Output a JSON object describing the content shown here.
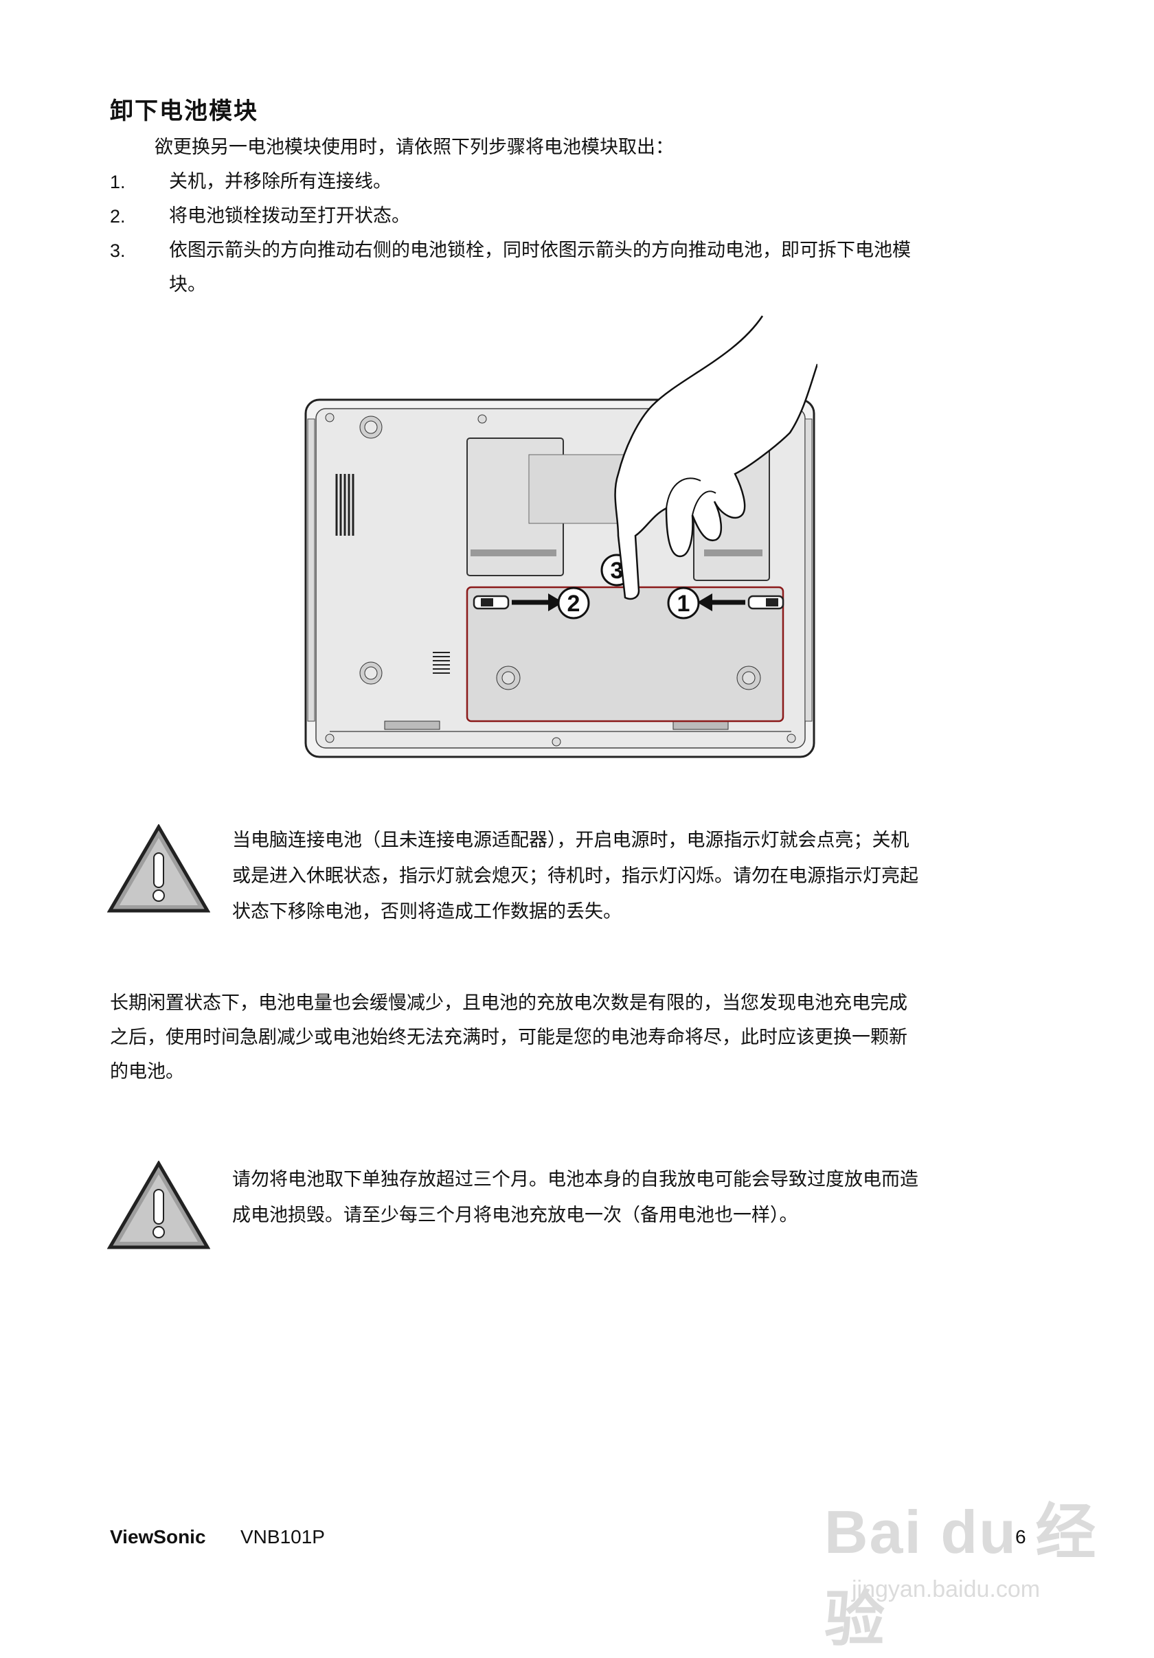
{
  "section": {
    "heading": "卸下电池模块",
    "intro": "欲更换另一电池模块使用时，请依照下列步骤将电池模块取出：",
    "steps": [
      {
        "num": "1.",
        "text": "关机，并移除所有连接线。"
      },
      {
        "num": "2.",
        "text": "将电池锁栓拨动至打开状态。"
      },
      {
        "num": "3.",
        "text_line1": "依图示箭头的方向推动右侧的电池锁栓，同时依图示箭头的方向推动电池，即可拆下电池模",
        "text_line2": "块。"
      }
    ]
  },
  "figure": {
    "callouts": [
      "1",
      "2",
      "3"
    ]
  },
  "warning1": {
    "icon": "warning-triangle-icon",
    "lines": [
      "当电脑连接电池（且未连接电源适配器），开启电源时，电源指示灯就会点亮；关机",
      "或是进入休眠状态，指示灯就会熄灭；待机时，指示灯闪烁。请勿在电源指示灯亮起",
      "状态下移除电池，否则将造成工作数据的丢失。"
    ]
  },
  "paragraph": {
    "lines": [
      "长期闲置状态下，电池电量也会缓慢减少，且电池的充放电次数是有限的，当您发现电池充电完成",
      "之后，使用时间急剧减少或电池始终无法充满时，可能是您的电池寿命将尽，此时应该更换一颗新",
      "的电池。"
    ]
  },
  "warning2": {
    "icon": "warning-triangle-icon",
    "lines": [
      "请勿将电池取下单独存放超过三个月。电池本身的自我放电可能会导致过度放电而造",
      "成电池损毁。请至少每三个月将电池充放电一次（备用电池也一样）。"
    ]
  },
  "footer": {
    "brand": "ViewSonic",
    "model": "VNB101P",
    "page": "6"
  },
  "watermark": {
    "main": "Bai du 经验",
    "url": "jingyan.baidu.com"
  }
}
